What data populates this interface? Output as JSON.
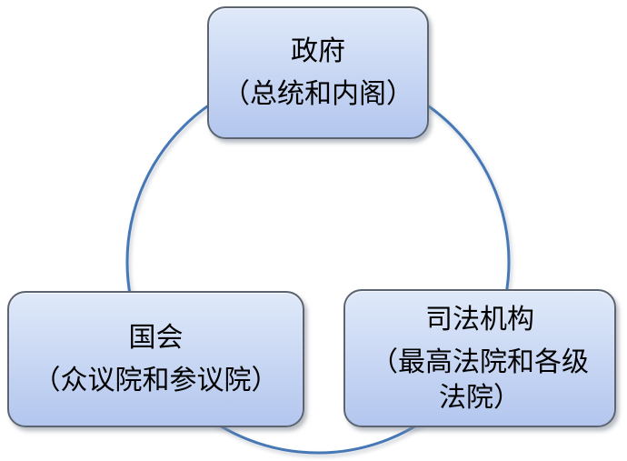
{
  "diagram": {
    "colors": {
      "background": "#ffffff",
      "circle_stroke": "#4678b6",
      "node_border": "#5b6470",
      "node_fill_top": "#dfe9f9",
      "node_fill_bottom": "#b3c6ee",
      "text": "#000000"
    },
    "nodes": [
      {
        "id": "government",
        "title": "政府",
        "subtitle_lines": [
          "（总统和内阁）"
        ]
      },
      {
        "id": "congress",
        "title": "国会",
        "subtitle_lines": [
          "（众议院和参议院）"
        ]
      },
      {
        "id": "judiciary",
        "title": "司法机构",
        "subtitle_lines": [
          "（最高法院和各级",
          "法院）"
        ]
      }
    ]
  }
}
